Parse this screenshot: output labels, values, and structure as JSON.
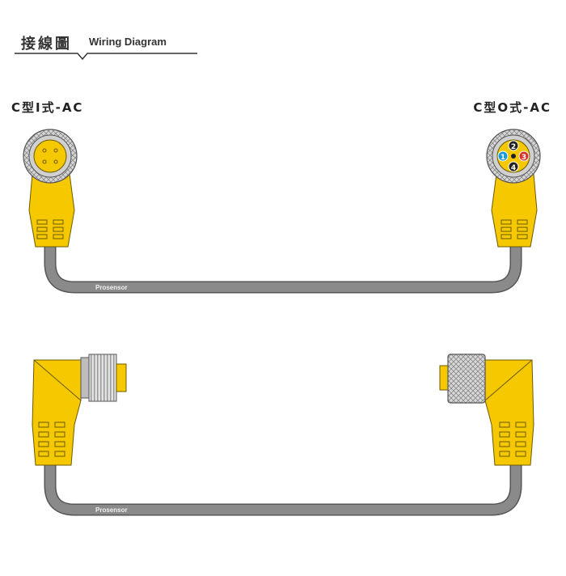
{
  "header": {
    "title_zh": "接線圖",
    "title_en": "Wiring Diagram"
  },
  "connectors": {
    "left_label": "C型I式-AC",
    "right_label": "C型O式-AC"
  },
  "cable": {
    "brand_top": "Prosensor",
    "brand_bottom": "Prosensor"
  },
  "pins": [
    {
      "num": "1",
      "color": "#1a9ad6"
    },
    {
      "num": "2",
      "color": "#222222"
    },
    {
      "num": "3",
      "color": "#d9322e"
    },
    {
      "num": "4",
      "color": "#222222"
    }
  ],
  "colors": {
    "connector_yellow": "#f5c800",
    "cable_gray": "#8a8a8a",
    "metal": "#cfcfcf"
  }
}
